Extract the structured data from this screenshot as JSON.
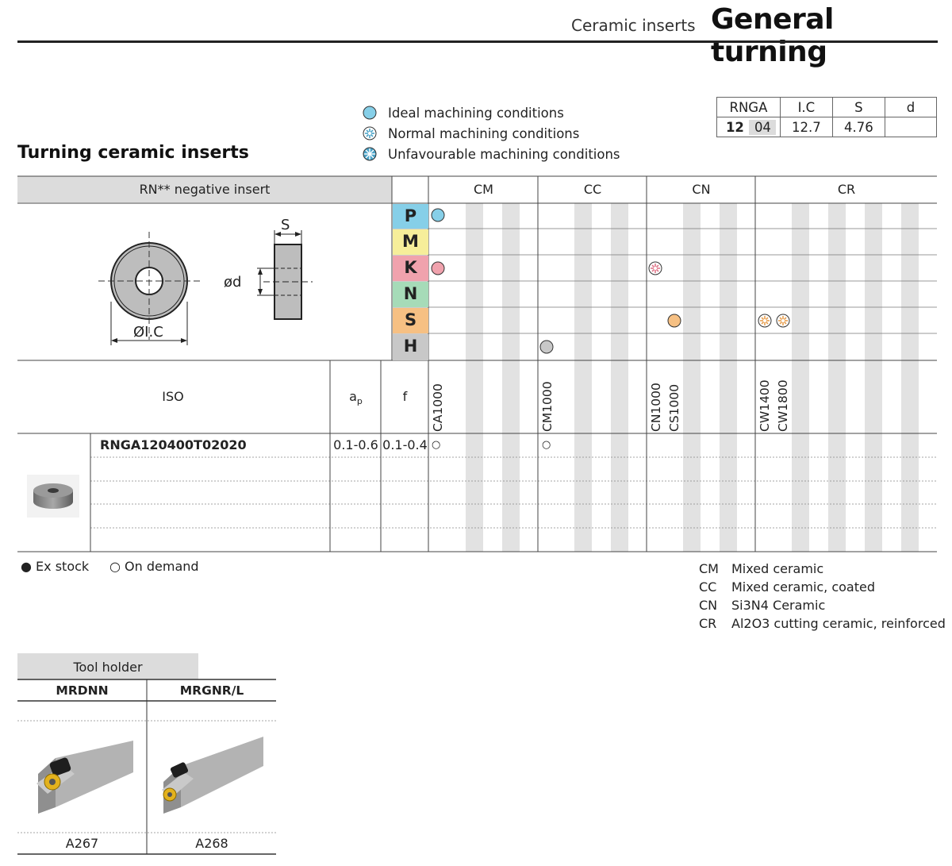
{
  "header": {
    "subtitle": "Ceramic inserts",
    "title": "General turning"
  },
  "section_title": "Turning ceramic inserts",
  "legend": [
    {
      "label": "Ideal machining conditions",
      "icon": "ideal-circle-icon"
    },
    {
      "label": "Normal machining conditions",
      "icon": "normal-flower-icon"
    },
    {
      "label": "Unfavourable machining conditions",
      "icon": "unfavourable-flower-icon"
    }
  ],
  "spec_table": {
    "headers": [
      "RNGA",
      "I.C",
      "S",
      "d"
    ],
    "row": {
      "code_bold": "12",
      "code_rest": "04",
      "ic": "12.7",
      "s": "4.76",
      "d": ""
    }
  },
  "insert_header": "RN** negative insert",
  "diagram_labels": {
    "s": "S",
    "od": "ød",
    "ic": "ØI.C"
  },
  "groups": [
    {
      "name": "CM",
      "meaning": "Mixed ceramic"
    },
    {
      "name": "CC",
      "meaning": "Mixed ceramic, coated"
    },
    {
      "name": "CN",
      "meaning": "Si3N4 Ceramic"
    },
    {
      "name": "CR",
      "meaning": "Al2O3 cutting ceramic, reinforced"
    }
  ],
  "materials": [
    {
      "letter": "P",
      "color": "#86cfe8"
    },
    {
      "letter": "M",
      "color": "#f6ee9a"
    },
    {
      "letter": "K",
      "color": "#f0a2ad"
    },
    {
      "letter": "N",
      "color": "#a6dbb8"
    },
    {
      "letter": "S",
      "color": "#f6c083"
    },
    {
      "letter": "H",
      "color": "#c8c8c8"
    }
  ],
  "grades": [
    "CA1000",
    "CM1000",
    "CN1000",
    "CS1000",
    "CW1400",
    "CW1800"
  ],
  "columns": {
    "iso": "ISO",
    "ap": "a",
    "ap_sub": "p",
    "f": "f"
  },
  "product": {
    "code": "RNGA120400T02020",
    "ap": "0.1-0.6",
    "f": "0.1-0.4",
    "mark": "○"
  },
  "availability": {
    "ex_stock": "● Ex stock",
    "on_demand": "○ On demand"
  },
  "tool_holder": {
    "title": "Tool holder",
    "holders": [
      {
        "name": "MRDNN",
        "code": "A267"
      },
      {
        "name": "MRGNR/L",
        "code": "A268"
      }
    ]
  }
}
